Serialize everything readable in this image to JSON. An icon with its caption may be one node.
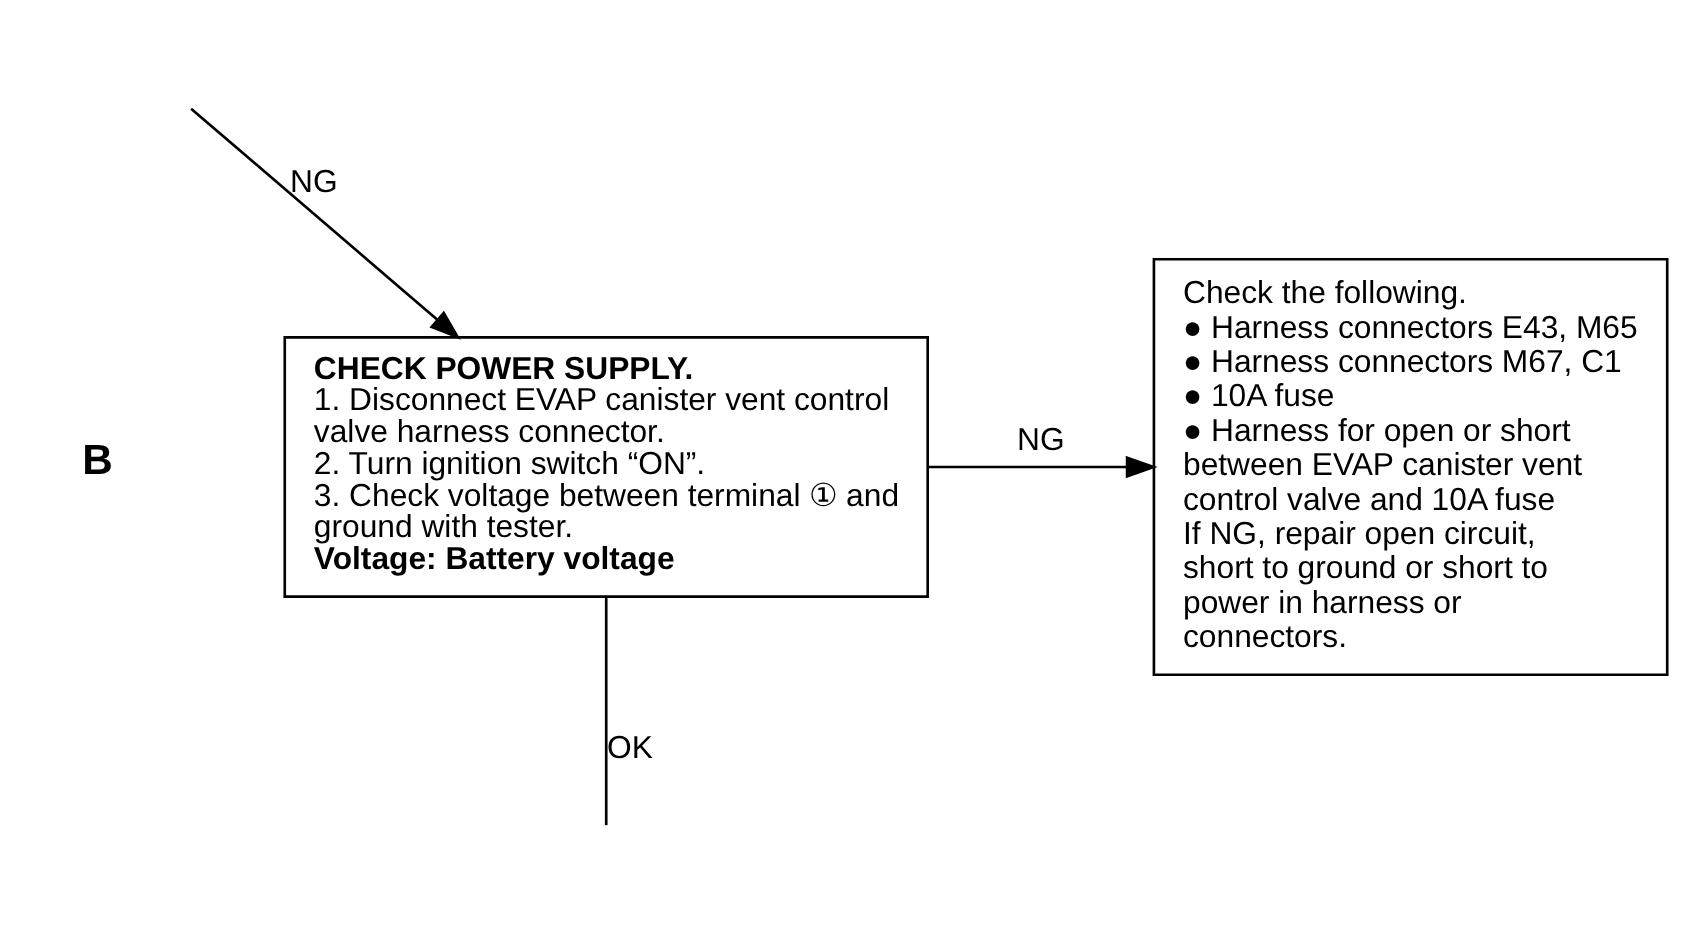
{
  "diagram": {
    "nodes": [
      {
        "text": [
          "CHECK POWER SUPPLY.",
          "1. Disconnect EVAP canister vent control valve harness connector.",
          "2. Turn ignition switch “ON”.",
          "3. Check voltage between terminal ① and ground with tester.",
          "Voltage: Battery voltage"
        ]
      },
      {
        "text": [
          "Check the following.",
          "● Harness connectors E43, M65",
          "● Harness connectors M67, C1",
          "● 10A fuse",
          "● Harness for open or short between EVAP canister vent control valve and 10A fuse",
          "If NG, repair open circuit, short to ground or short to power in harness or connectors."
        ]
      }
    ],
    "edges": [
      {
        "from": null,
        "to": 0,
        "arrow": "to",
        "label": "NG"
      },
      {
        "from": 0,
        "to": 1,
        "arrow": "to",
        "label": "NG"
      },
      {
        "from": 0,
        "to": null,
        "arrow": "none",
        "label": "OK"
      }
    ],
    "labels": [
      "B"
    ]
  }
}
